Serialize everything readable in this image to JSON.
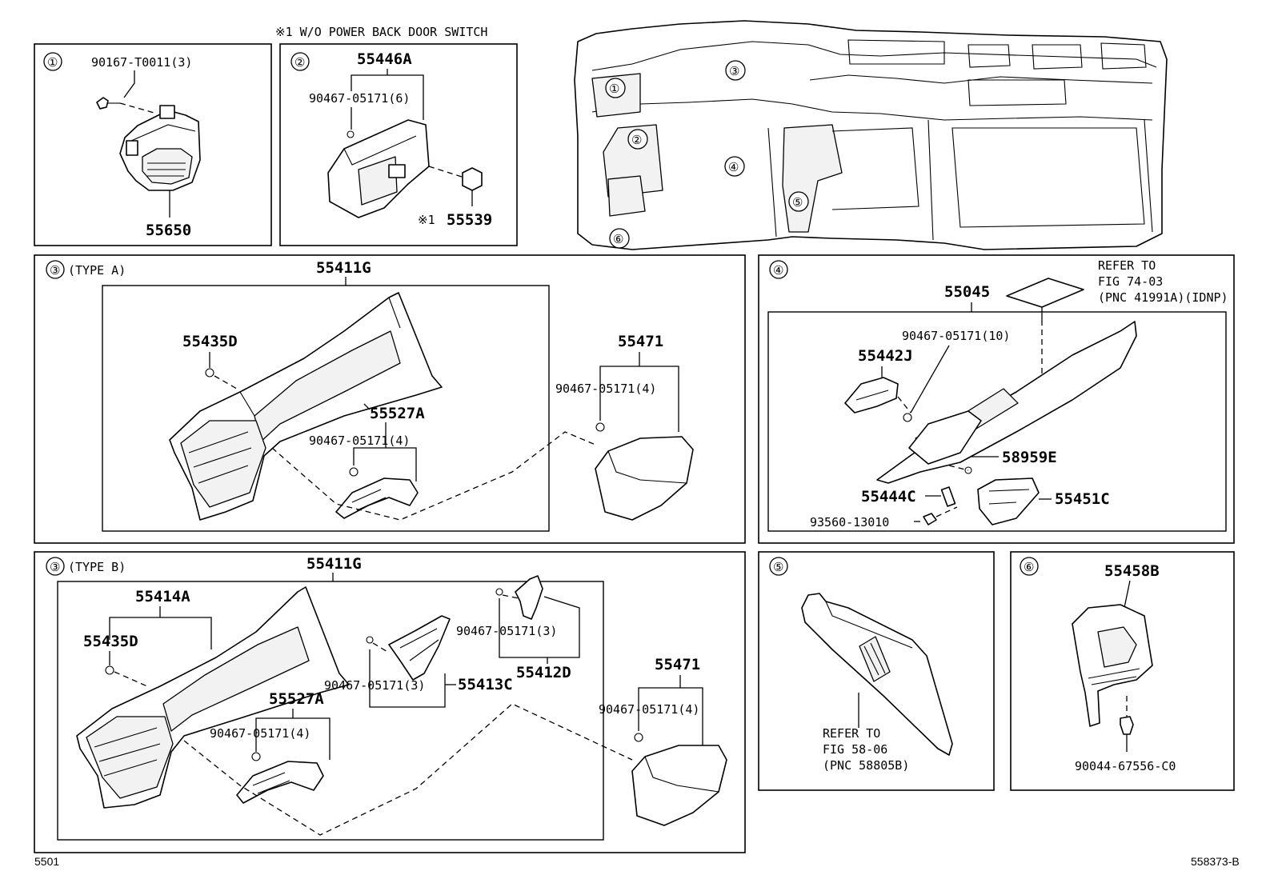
{
  "header_note": "※1 W/O POWER BACK DOOR SWITCH",
  "callouts": [
    "①",
    "②",
    "③",
    "④",
    "⑤",
    "⑥"
  ],
  "type_labels": {
    "a": "(TYPE A)",
    "b": "(TYPE B)"
  },
  "panel1": {
    "bolt": "90167-T0011(3)",
    "part": "55650"
  },
  "panel2": {
    "part_top": "55446A",
    "bolt": "90467-05171(6)",
    "switch_mark": "※1",
    "switch": "55539"
  },
  "panel3a": {
    "main": "55411G",
    "clip": "55435D",
    "bracket": "55527A",
    "bracket_bolt": "90467-05171(4)",
    "pad": "55471",
    "pad_bolt": "90467-05171(4)"
  },
  "panel3b": {
    "main": "55411G",
    "sub": "55414A",
    "clip": "55435D",
    "bracket": "55527A",
    "bracket_bolt": "90467-05171(4)",
    "mid_bolt": "90467-05171(3)",
    "mid_part": "55413C",
    "top_bolt": "90467-05171(3)",
    "top_part": "55412D",
    "pad": "55471",
    "pad_bolt": "90467-05171(4)"
  },
  "panel4": {
    "refer_lines": [
      "REFER TO",
      "FIG 74-03",
      "(PNC 41991A)(IDNP)"
    ],
    "main": "55045",
    "bolt": "90467-05171(10)",
    "bracket": "55442J",
    "clip": "58959E",
    "damper": "55444C",
    "box": "55451C",
    "screw": "93560-13010"
  },
  "panel5": {
    "refer_lines": [
      "REFER TO",
      "FIG 58-06",
      "(PNC 58805B)"
    ]
  },
  "panel6": {
    "part": "55458B",
    "bolt": "90044-67556-C0"
  },
  "footer": {
    "left": "5501",
    "right": "558373-B"
  }
}
